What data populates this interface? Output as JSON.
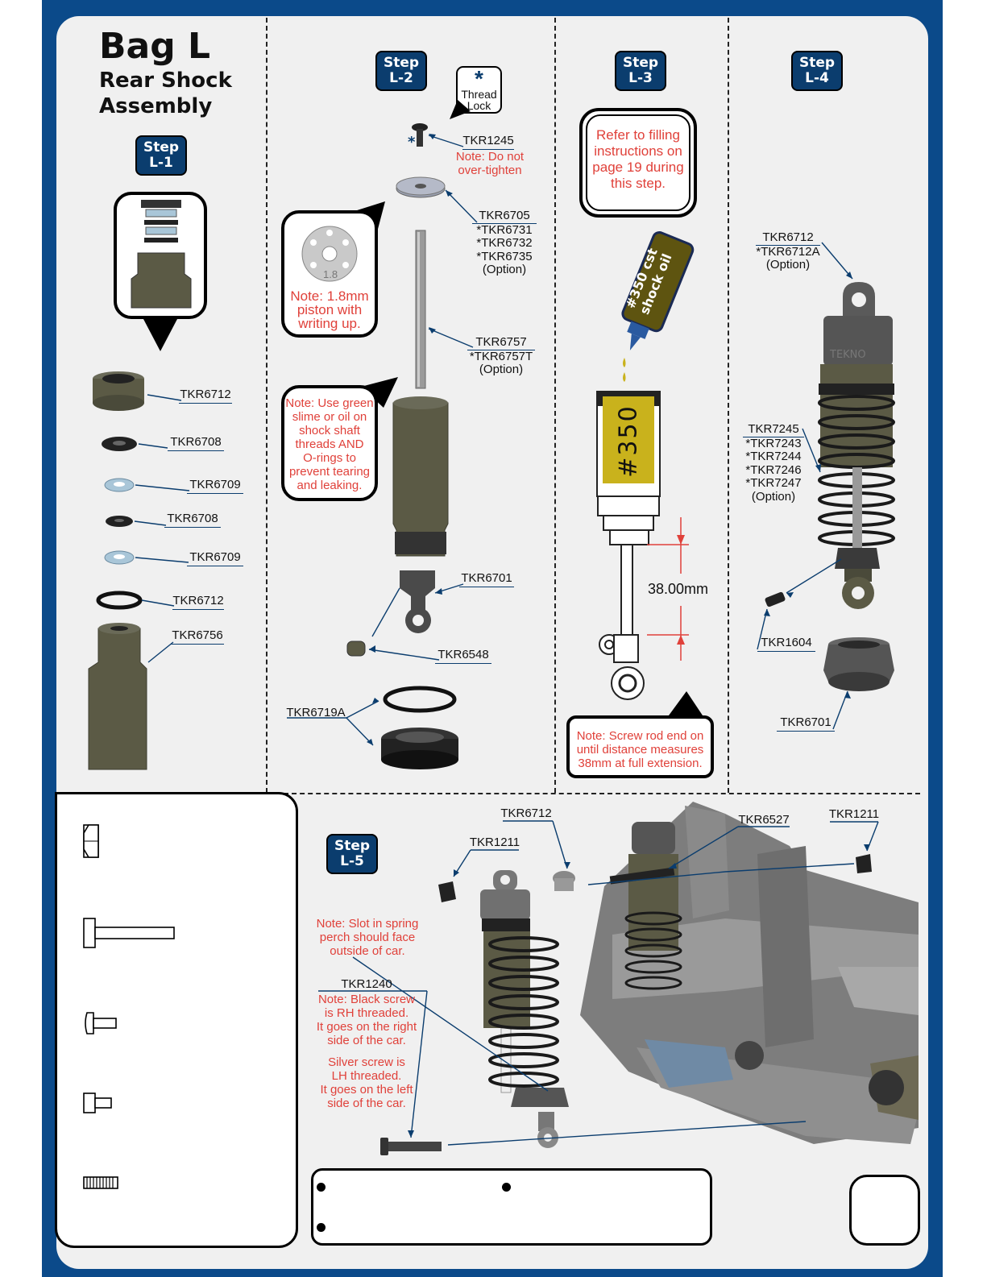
{
  "title": {
    "main": "Bag L",
    "sub1": "Rear Shock",
    "sub2": "Assembly"
  },
  "steps": {
    "l1": {
      "word": "Step",
      "num": "L-1"
    },
    "l2": {
      "word": "Step",
      "num": "L-2"
    },
    "l3": {
      "word": "Step",
      "num": "L-3"
    },
    "l4": {
      "word": "Step",
      "num": "L-4"
    },
    "l5": {
      "word": "Step",
      "num": "L-5"
    }
  },
  "thread_lock": {
    "symbol": "*",
    "line1": "Thread",
    "line2": "Lock"
  },
  "step_l1_parts": [
    "TKR6712",
    "TKR6708",
    "TKR6709",
    "TKR6708",
    "TKR6709",
    "TKR6712",
    "TKR6756"
  ],
  "step_l2": {
    "screw": {
      "part": "TKR1245",
      "note1": "Note: Do not",
      "note2": "over-tighten"
    },
    "piston": {
      "part": "TKR6705",
      "alt1": "*TKR6731",
      "alt2": "*TKR6732",
      "alt3": "*TKR6735",
      "opt": "(Option)"
    },
    "shaft": {
      "part": "TKR6757",
      "alt1": "*TKR6757T",
      "opt": "(Option)"
    },
    "rod_end": "TKR6701",
    "ball": "TKR6548",
    "orings": "TKR6719A",
    "piston_note": {
      "label": "1.8",
      "line1": "Note: 1.8mm",
      "line2": "piston with",
      "line3": "writing up."
    },
    "slime_note": {
      "line1": "Note: Use green",
      "line2": "slime or oil on",
      "line3": "shock shaft",
      "line4": "threads AND",
      "line5": "O-rings to",
      "line6": "prevent tearing",
      "line7": "and leaking."
    }
  },
  "step_l3": {
    "fill_note": {
      "line1": "Refer to filling",
      "line2": "instructions on",
      "line3": "page 19 during",
      "line4": "this step."
    },
    "oil_bottle": {
      "line1": "#350 cst",
      "line2": "shock oil"
    },
    "oil_label": "#350",
    "dimension": "38.00mm",
    "rod_note": {
      "line1": "Note: Screw rod end on",
      "line2": "until distance measures",
      "line3": "38mm at full extension."
    }
  },
  "step_l4": {
    "cap": {
      "part": "TKR6712",
      "alt1": "*TKR6712A",
      "opt": "(Option)"
    },
    "spring": {
      "part": "TKR7245",
      "alt1": "*TKR7243",
      "alt2": "*TKR7244",
      "alt3": "*TKR7246",
      "alt4": "*TKR7247",
      "opt": "(Option)"
    },
    "screw": "TKR1604",
    "cup": "TKR6701",
    "brand": "TEKNO"
  },
  "step_l5": {
    "parts": {
      "p1211a": "TKR1211",
      "p6712": "TKR6712",
      "p6527": "TKR6527",
      "p1211b": "TKR1211",
      "p1240": "TKR1240"
    },
    "slot_note": {
      "line1": "Note: Slot in spring",
      "line2": "perch should face",
      "line3": "outside of car."
    },
    "screw_note": {
      "line1": "Note: Black screw",
      "line2": "is RH threaded.",
      "line3": "It goes on the right",
      "line4": "side of the car.",
      "line5": "Silver screw is",
      "line6": "LH threaded.",
      "line7": "It goes on the left",
      "line8": "side of the car."
    }
  },
  "colors": {
    "frame": "#0b4a8a",
    "step_bg": "#0b3d6e",
    "note_red": "#e0413a",
    "shock_body": "#5b5a45",
    "oil_yellow": "#c9b21c"
  }
}
